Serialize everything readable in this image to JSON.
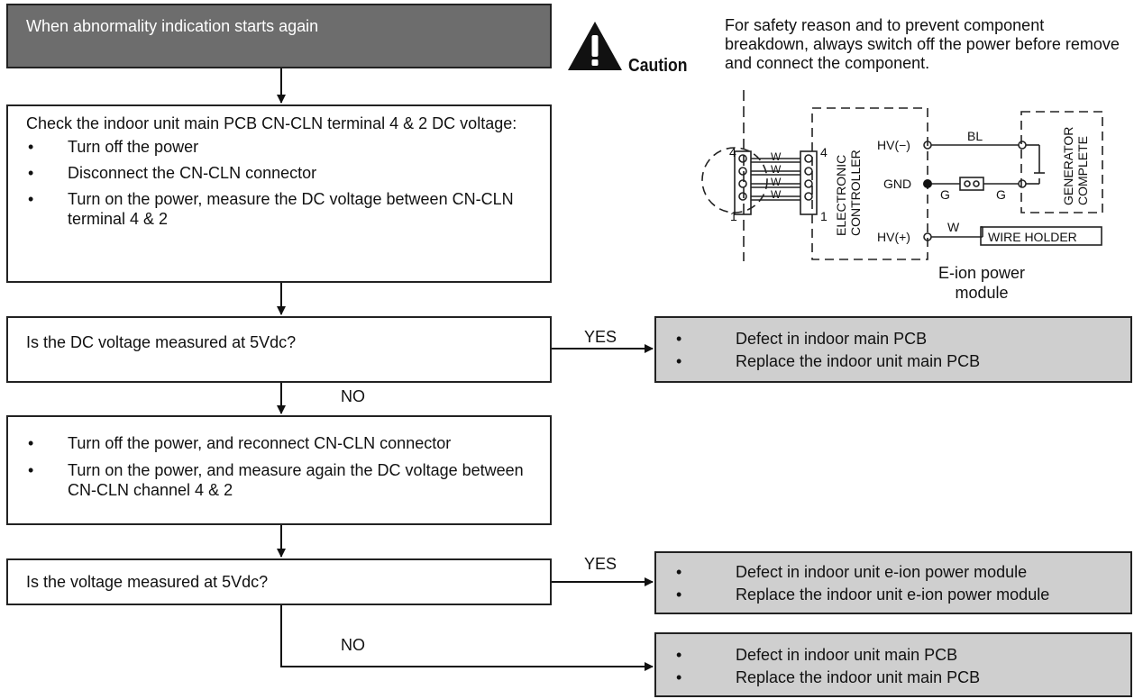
{
  "flow": {
    "start": "When abnormality indication starts again",
    "step1": {
      "title": "Check the indoor unit main PCB CN-CLN terminal 4 & 2 DC voltage:",
      "items": [
        "Turn off the power",
        "Disconnect the CN-CLN connector",
        "Turn on the power, measure the DC voltage between CN-CLN terminal 4 & 2"
      ]
    },
    "q1": "Is the DC voltage measured at 5Vdc?",
    "q1_yes_label": "YES",
    "q1_no_label": "NO",
    "r1": [
      "Defect in indoor main PCB",
      "Replace the indoor unit main PCB"
    ],
    "step2": [
      "Turn off the power, and reconnect CN-CLN connector",
      "Turn on the power, and measure again the DC voltage between CN-CLN channel 4 & 2"
    ],
    "q2": "Is the voltage measured at 5Vdc?",
    "q2_yes_label": "YES",
    "q2_no_label": "NO",
    "r2": [
      "Defect in indoor unit e-ion power module",
      "Replace the indoor unit e-ion power module"
    ],
    "r3": [
      "Defect in indoor unit main PCB",
      "Replace the indoor unit main PCB"
    ],
    "bullet_char": "•"
  },
  "caution": {
    "label": "Caution",
    "icon": "warning-triangle-icon",
    "text": "For safety reason and to prevent component breakdown, always switch off the power before remove and connect the component."
  },
  "wiring": {
    "pin_top": "4",
    "pin_bottom": "1",
    "wire_letter": "W",
    "controller": "ELECTRONIC CONTROLLER",
    "controller_line1": "ELECTRONIC",
    "controller_line2": "CONTROLLER",
    "hv_minus": "HV(−)",
    "gnd": "GND",
    "hv_plus": "HV(+)",
    "bl": "BL",
    "g": "G",
    "w": "W",
    "generator_line1": "GENERATOR",
    "generator_line2": "COMPLETE",
    "wire_holder": "WIRE HOLDER",
    "module_caption": "E-ion power module"
  }
}
